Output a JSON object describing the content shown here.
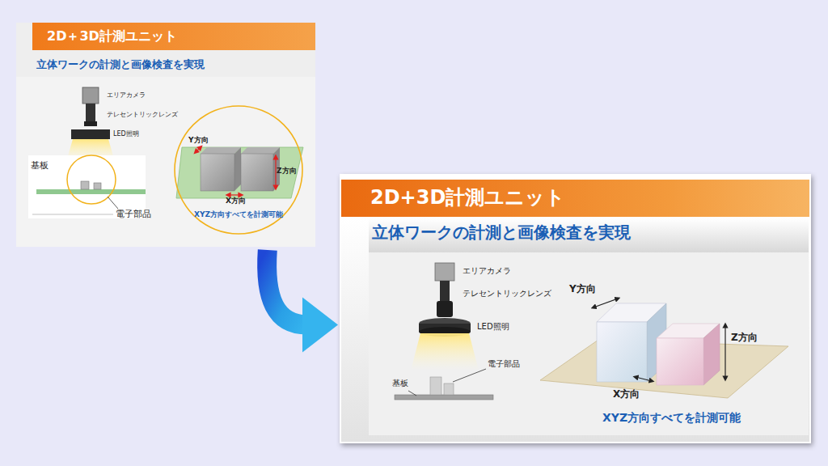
{
  "diagram": {
    "nodes": [
      {
        "text": [
          "立体ワークの計測と画像検査を実現"
        ]
      },
      {
        "text": [
          "2D＋3D計測ユニット"
        ],
        "in": 0
      },
      {
        "text": [
          "Y方向",
          "Z方向",
          "X方向",
          "XYZ方向すべてを計測可能"
        ],
        "in": 0
      },
      {
        "text": [
          "立体ワークの計測と画像検査を実現"
        ]
      },
      {
        "text": [
          "2D+3D計測ユニット"
        ],
        "in": 3
      }
    ],
    "edges": [
      {
        "from": 0,
        "to": 3,
        "arrow": "to"
      }
    ],
    "labels": [
      "エリアカメラ",
      "テレセントリックレンズ",
      "LED照明",
      "基板",
      "電子部品",
      "エリアカメラ",
      "テレセントリックレンズ",
      "LED照明",
      "電子部品",
      "基板",
      "Y方向",
      "Z方向",
      "X方向",
      "XYZ方向すべてを計測可能"
    ]
  }
}
